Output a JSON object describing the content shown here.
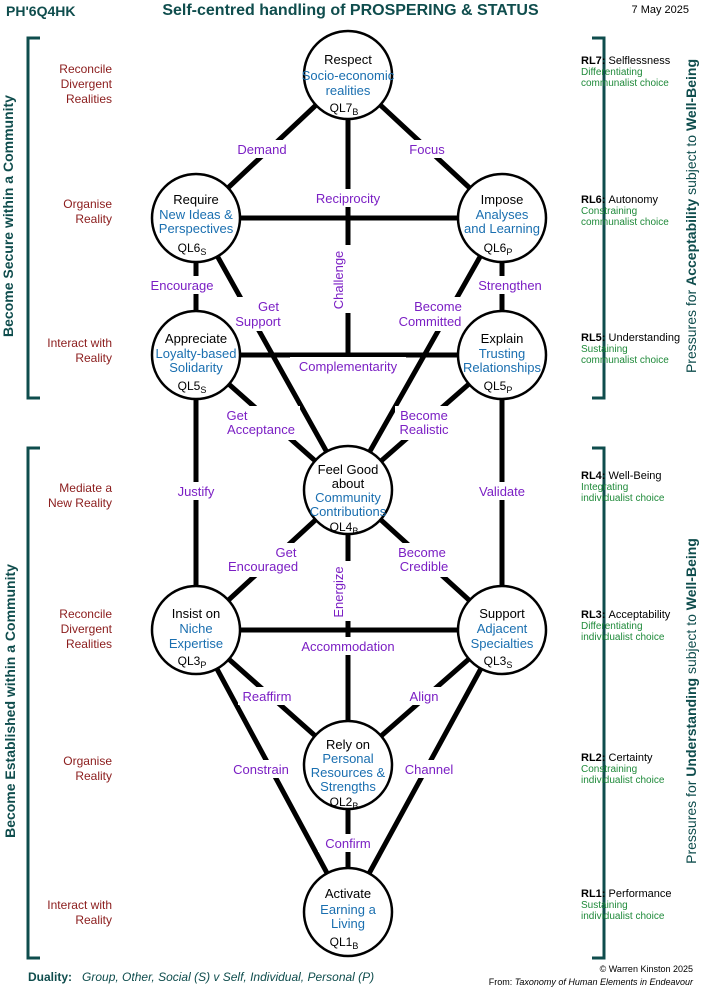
{
  "header": {
    "code": "PH'6Q4HK",
    "title": "Self-centred handling of PROSPERING & STATUS",
    "date": "7 May 2025"
  },
  "left_groups": {
    "top": "Become  Secure  within  a  Community",
    "bottom": "Become  Established  within  a  Community"
  },
  "right_groups": {
    "top_prefix": "Pressures for ",
    "top_key": "Acceptability",
    "top_mid": " subject to ",
    "top_end": "Well-Being",
    "bottom_prefix": "Pressures for ",
    "bottom_key": "Understanding",
    "bottom_mid": " subject to ",
    "bottom_end": "Well-Being"
  },
  "left_labels": [
    {
      "line1": "Reconcile",
      "line2": "Divergent",
      "line3": "Realities"
    },
    {
      "line1": "Organise",
      "line2": "Reality",
      "line3": ""
    },
    {
      "line1": "Interact with",
      "line2": "Reality",
      "line3": ""
    },
    {
      "line1": "Mediate a",
      "line2": "New Reality",
      "line3": ""
    },
    {
      "line1": "Reconcile",
      "line2": "Divergent",
      "line3": "Realities"
    },
    {
      "line1": "Organise",
      "line2": "Reality",
      "line3": ""
    },
    {
      "line1": "Interact with",
      "line2": "Reality",
      "line3": ""
    }
  ],
  "right_levels": [
    {
      "code": "RL7:",
      "name": "Selflessness",
      "line1": "Differentiating",
      "line2": "communalist choice"
    },
    {
      "code": "RL6:",
      "name": "Autonomy",
      "line1": "Constraining",
      "line2": "communalist choice"
    },
    {
      "code": "RL5:",
      "name": "Understanding",
      "line1": "Sustaining",
      "line2": "communalist choice"
    },
    {
      "code": "RL4:",
      "name": "Well-Being",
      "line1": "Integrating",
      "line2": "individualist choice"
    },
    {
      "code": "RL3:",
      "name": "Acceptability",
      "line1": "Differentiating",
      "line2": "individualist choice"
    },
    {
      "code": "RL2:",
      "name": "Certainty",
      "line1": "Constraining",
      "line2": "individualist choice"
    },
    {
      "code": "RL1:",
      "name": "Performance",
      "line1": "Sustaining",
      "line2": "individualist choice"
    }
  ],
  "nodes": {
    "ql7": {
      "title": "Respect",
      "b1": "Socio-economic",
      "b2": "realities",
      "b3": "",
      "code": "QL7",
      "sub": "B"
    },
    "ql6s": {
      "title": "Require",
      "b1": "New Ideas &",
      "b2": "Perspectives",
      "b3": "",
      "code": "QL6",
      "sub": "S"
    },
    "ql6p": {
      "title": "Impose",
      "b1": "Analyses",
      "b2": "and Learning",
      "b3": "",
      "code": "QL6",
      "sub": "P"
    },
    "ql5s": {
      "title": "Appreciate",
      "b1": "Loyalty-based",
      "b2": "Solidarity",
      "b3": "",
      "code": "QL5",
      "sub": "S"
    },
    "ql5p": {
      "title": "Explain",
      "b1": "Trusting",
      "b2": "Relationships",
      "b3": "",
      "code": "QL5",
      "sub": "P"
    },
    "ql4": {
      "title": "Feel Good",
      "title2": "about",
      "b1": "Community",
      "b2": "Contributions",
      "b3": "",
      "code": "QL4",
      "sub": "B"
    },
    "ql3p": {
      "title": "Insist on",
      "b1": "Niche",
      "b2": "Expertise",
      "b3": "",
      "code": "QL3",
      "sub": "P"
    },
    "ql3s": {
      "title": "Support",
      "b1": "Adjacent",
      "b2": "Specialties",
      "b3": "",
      "code": "QL3",
      "sub": "S"
    },
    "ql2": {
      "title": "Rely on",
      "b1": "Personal",
      "b2": "Resources &",
      "b3": "Strengths",
      "code": "QL2",
      "sub": "B"
    },
    "ql1": {
      "title": "Activate",
      "b1": "Earning a",
      "b2": "Living",
      "b3": "",
      "code": "QL1",
      "sub": "B"
    }
  },
  "edges": {
    "demand": "Demand",
    "focus": "Focus",
    "reciprocity": "Reciprocity",
    "challenge": "Challenge",
    "encourage": "Encourage",
    "strengthen": "Strengthen",
    "get_support_1": "Get",
    "get_support_2": "Support",
    "become_committed_1": "Become",
    "become_committed_2": "Committed",
    "complementarity": "Complementarity",
    "get_acceptance_1": "Get",
    "get_acceptance_2": "Acceptance",
    "become_realistic_1": "Become",
    "become_realistic_2": "Realistic",
    "justify": "Justify",
    "validate": "Validate",
    "get_encouraged_1": "Get",
    "get_encouraged_2": "Encouraged",
    "become_credible_1": "Become",
    "become_credible_2": "Credible",
    "energize": "Energize",
    "accommodation": "Accommodation",
    "reaffirm": "Reaffirm",
    "align": "Align",
    "constrain": "Constrain",
    "channel": "Channel",
    "confirm": "Confirm"
  },
  "footer": {
    "duality_label": "Duality:",
    "duality_text": "Group, Other, Social (S)  v  Self, Individual, Personal (P)",
    "copyright": "© Warren Kinston  2025",
    "from_label": "From: ",
    "source": "Taxonomy of Human Elements in Endeavour"
  },
  "colors": {
    "title_teal": "#0f4d4d",
    "left_red": "#8b1c1c",
    "node_blue": "#1a6fb0",
    "edge_purple": "#7b1fc4",
    "level_green": "#1f8a3a"
  }
}
